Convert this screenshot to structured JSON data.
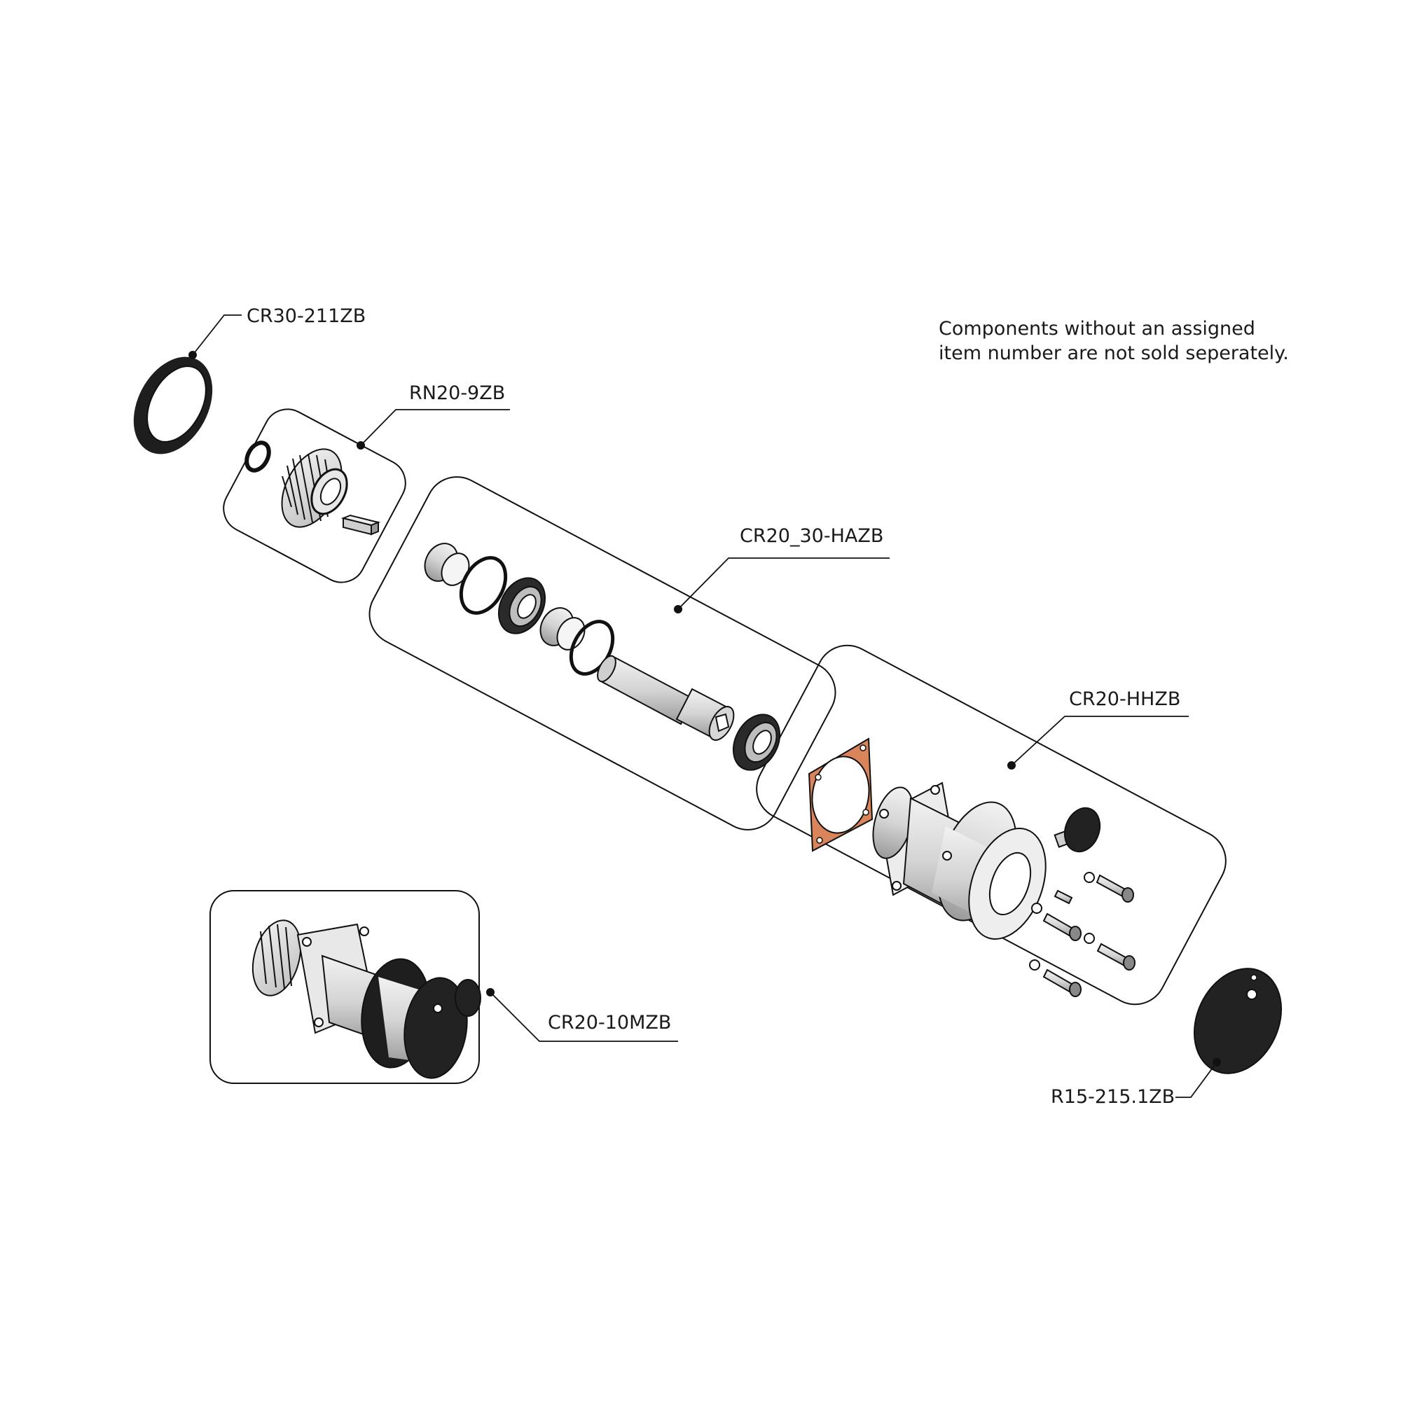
{
  "note": {
    "line1": "Components without an assigned",
    "line2": "item number are not sold seperately."
  },
  "callouts": {
    "ring": "CR30-211ZB",
    "gear_kit": "RN20-9ZB",
    "shaft_kit": "CR20_30-HAZB",
    "housing_kit": "CR20-HHZB",
    "motor_assembly": "CR20-10MZB",
    "cover": "R15-215.1ZB"
  },
  "colors": {
    "line": "#111111",
    "part_fill": "#dcdcdc",
    "part_dark": "#222222",
    "gasket": "#d9845a"
  }
}
